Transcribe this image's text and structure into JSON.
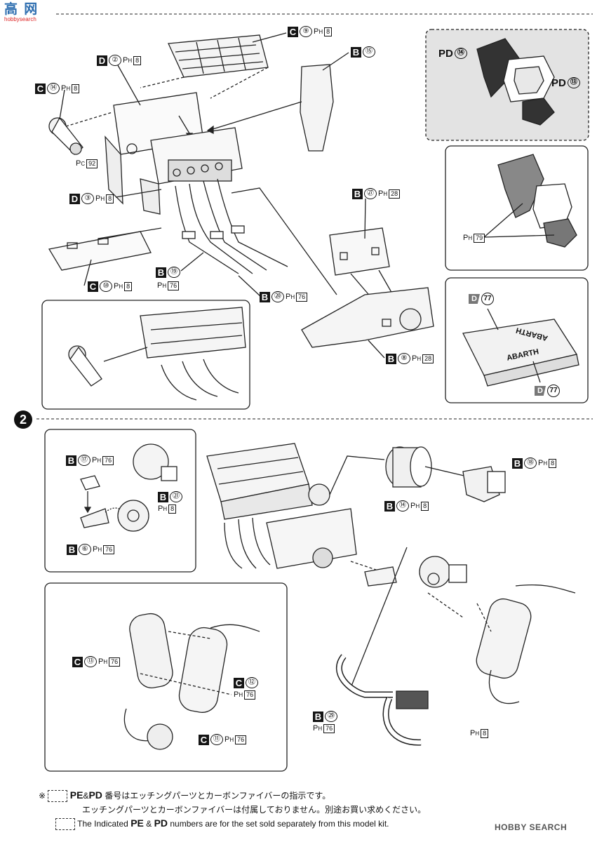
{
  "header": {
    "logo_text": "高 网",
    "logo_sub": "hobbysearch"
  },
  "step": {
    "number": "2"
  },
  "labels": {
    "c9": {
      "letter": "C",
      "num": "⑨",
      "ph": "P",
      "phs": "H",
      "pn": "8"
    },
    "d2": {
      "letter": "D",
      "num": "②",
      "ph": "P",
      "phs": "H",
      "pn": "8"
    },
    "b15": {
      "letter": "B",
      "num": "⑮"
    },
    "c14": {
      "letter": "C",
      "num": "⑭",
      "ph": "P",
      "phs": "H",
      "pn": "8"
    },
    "pc92": {
      "ph": "P",
      "phs": "C",
      "pn": "92"
    },
    "d3": {
      "letter": "D",
      "num": "③",
      "ph": "P",
      "phs": "H",
      "pn": "8"
    },
    "b27": {
      "letter": "B",
      "num": "㉗",
      "ph": "P",
      "phs": "H",
      "pn": "28"
    },
    "b19": {
      "letter": "B",
      "num": "⑲"
    },
    "ph76a": {
      "ph": "P",
      "phs": "H",
      "pn": "76"
    },
    "b20": {
      "letter": "B",
      "num": "⑳",
      "ph": "P",
      "phs": "H",
      "pn": "76"
    },
    "c10": {
      "letter": "C",
      "num": "⑩",
      "ph": "P",
      "phs": "H",
      "pn": "8"
    },
    "b8": {
      "letter": "B",
      "num": "⑧",
      "ph": "P",
      "phs": "H",
      "pn": "28"
    },
    "pd14": {
      "pd": "PD",
      "num": "⑭"
    },
    "pd13": {
      "pd": "PD",
      "num": "⑬"
    },
    "ph79": {
      "ph": "P",
      "phs": "H",
      "pn": "79"
    },
    "d77a": {
      "letter": "D",
      "num": "77"
    },
    "d77b": {
      "letter": "D",
      "num": "77"
    },
    "abarth1": "ABARTH",
    "abarth2": "ABARTH",
    "b17": {
      "letter": "B",
      "num": "⑰",
      "ph": "P",
      "phs": "H",
      "pn": "76"
    },
    "b21": {
      "letter": "B",
      "num": "㉑",
      "ph": "P",
      "phs": "H",
      "pn": "8"
    },
    "b6": {
      "letter": "B",
      "num": "⑥",
      "ph": "P",
      "phs": "H",
      "pn": "76"
    },
    "b14": {
      "letter": "B",
      "num": "⑭",
      "ph": "P",
      "phs": "H",
      "pn": "8"
    },
    "b18": {
      "letter": "B",
      "num": "⑱",
      "ph": "P",
      "phs": "H",
      "pn": "8"
    },
    "c13": {
      "letter": "C",
      "num": "⑬",
      "ph": "P",
      "phs": "H",
      "pn": "76"
    },
    "c12": {
      "letter": "C",
      "num": "⑫",
      "ph": "P",
      "phs": "H",
      "pn": "76"
    },
    "c11": {
      "letter": "C",
      "num": "⑪",
      "ph": "P",
      "phs": "H",
      "pn": "76"
    },
    "b29": {
      "letter": "B",
      "num": "㉙",
      "ph": "P",
      "phs": "H",
      "pn": "76"
    },
    "ph8": {
      "ph": "P",
      "phs": "H",
      "pn": "8"
    }
  },
  "notes": {
    "mark": "※",
    "pe": "PE",
    "amp": "&",
    "pd": "PD",
    "jp1": "番号はエッチングパーツとカーボンファイバーの指示です。",
    "jp2": "エッチングパーツとカーボンファイバーは付属しておりません。別途お買い求めください。",
    "en_pre": "The Indicated",
    "en_post": "numbers are for the set sold separately from this model kit."
  },
  "watermark": "HOBBY SEARCH"
}
